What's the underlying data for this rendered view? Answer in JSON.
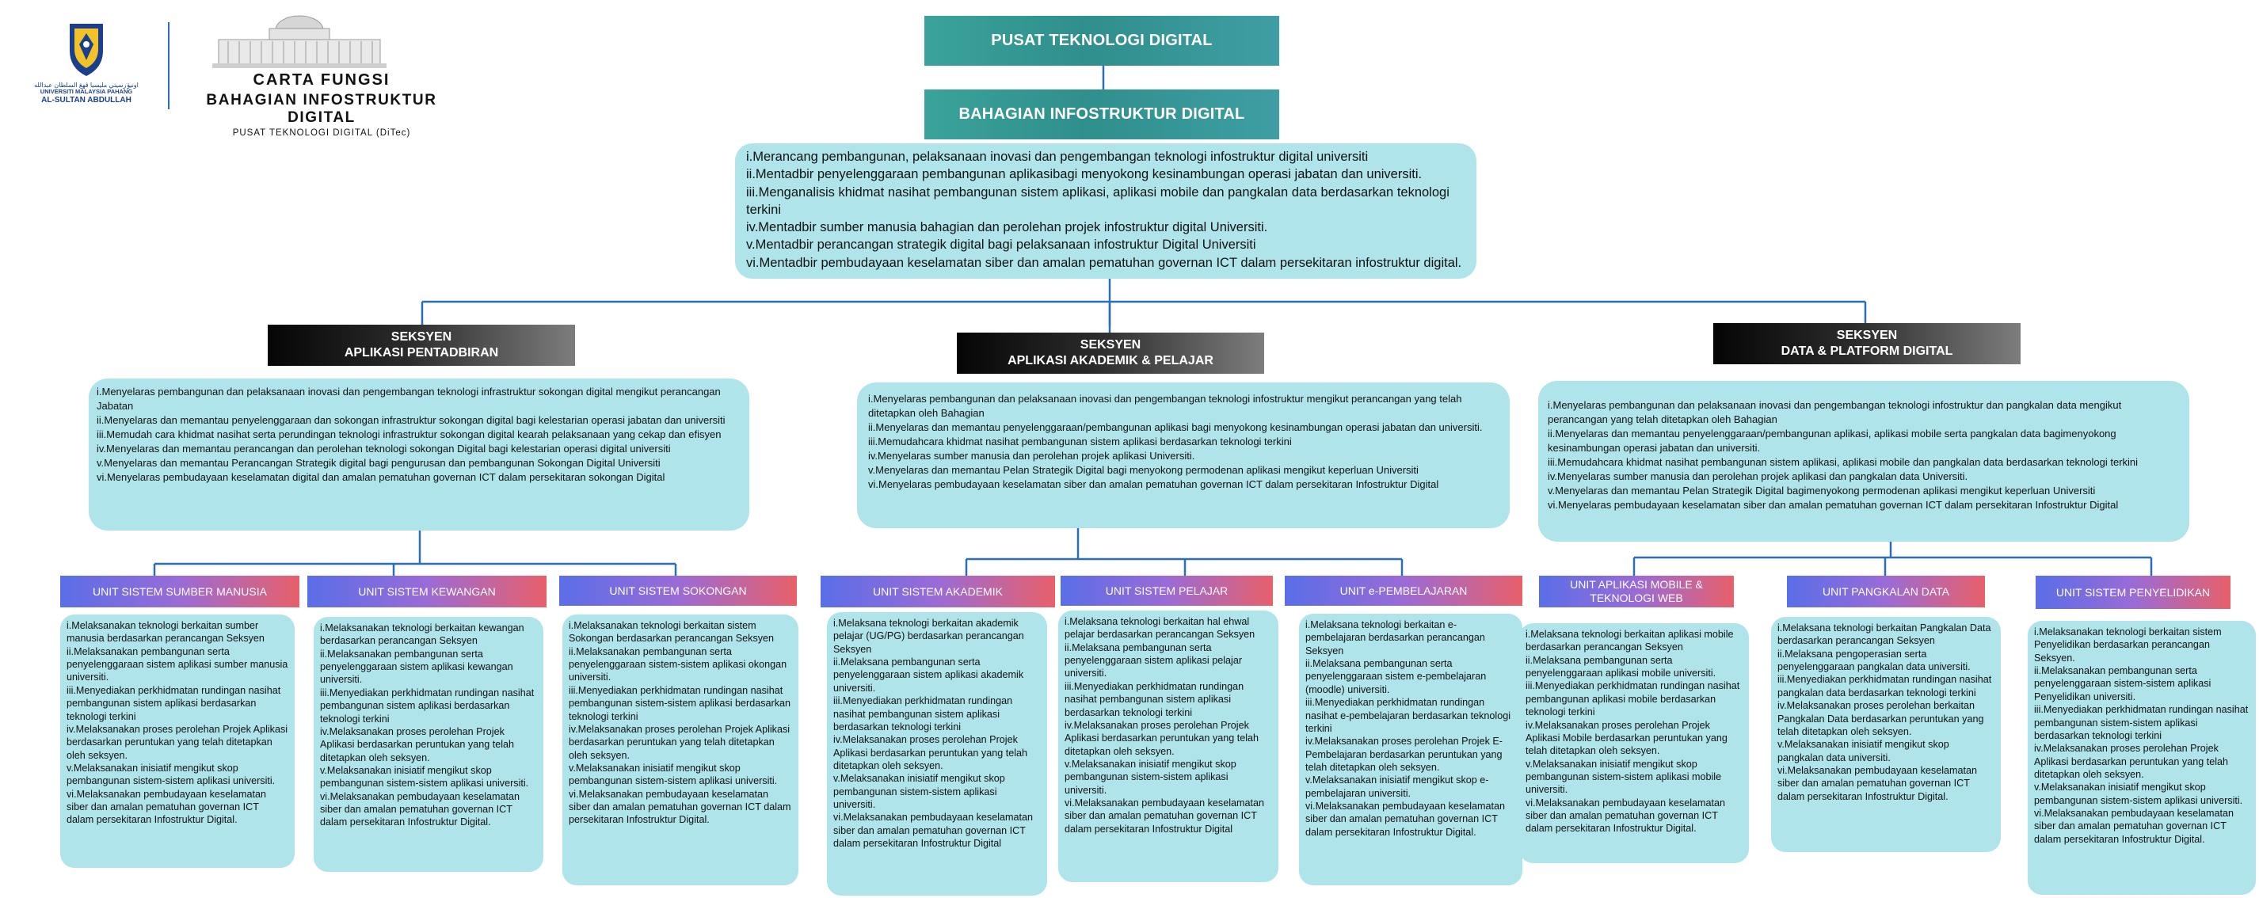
{
  "header": {
    "uni_arabic": "اونيۏرسيتي مليسيا ڤهڠ السلطان عبدالله",
    "uni_name_line1": "UNIVERSITI MALAYSIA PAHANG",
    "uni_name_line2": "AL-SULTAN ABDULLAH",
    "title_line1": "CARTA FUNGSI",
    "title_line2": "BAHAGIAN INFOSTRUKTUR DIGITAL",
    "title_line3": "PUSAT TEKNOLOGI DIGITAL (DiTec)"
  },
  "top": {
    "center": "PUSAT TEKNOLOGI DIGITAL",
    "division": "BAHAGIAN INFOSTRUKTUR DIGITAL",
    "functions": [
      "i.Merancang pembangunan, pelaksanaan inovasi dan pengembangan teknologi infostruktur digital universiti",
      "ii.Mentadbir penyelenggaraan pembangunan aplikasibagi menyokong kesinambungan operasi jabatan dan universiti.",
      "iii.Menganalisis khidmat nasihat pembangunan sistem aplikasi, aplikasi mobile dan pangkalan data berdasarkan teknologi terkini",
      "iv.Mentadbir sumber manusia bahagian dan perolehan projek infostruktur digital Universiti.",
      "v.Mentadbir perancangan strategik digital bagi pelaksanaan infostruktur Digital Universiti",
      "vi.Mentadbir pembudayaan keselamatan siber dan amalan pematuhan governan ICT dalam persekitaran infostruktur digital."
    ]
  },
  "sections": [
    {
      "label1": "SEKSYEN",
      "label2": "APLIKASI PENTADBIRAN",
      "functions": [
        "i.Menyelaras pembangunan dan pelaksanaan inovasi dan pengembangan teknologi infrastruktur sokongan digital mengikut perancangan Jabatan",
        "ii.Menyelaras dan memantau penyelenggaraan dan sokongan infrastruktur sokongan digital bagi kelestarian operasi jabatan dan universiti",
        "iii.Memudah cara khidmat nasihat serta perundingan teknologi infrastruktur sokongan digital kearah pelaksanaan yang cekap dan efisyen",
        "iv.Menyelaras dan memantau perancangan dan perolehan teknologi sokongan Digital bagi kelestarian operasi digital universiti",
        "v.Menyelaras dan memantau Perancangan Strategik digital bagi pengurusan dan pembangunan Sokongan Digital Universiti",
        "vi.Menyelaras pembudayaan keselamatan digital dan amalan pematuhan governan ICT dalam persekitaran sokongan Digital"
      ],
      "units": [
        {
          "name": "UNIT SISTEM SUMBER MANUSIA",
          "functions": [
            "i.Melaksanakan teknologi berkaitan sumber manusia berdasarkan perancangan Seksyen",
            "ii.Melaksanakan pembangunan serta penyelenggaraan sistem aplikasi sumber manusia universiti.",
            "iii.Menyediakan perkhidmatan rundingan nasihat pembangunan sistem aplikasi berdasarkan teknologi terkini",
            "iv.Melaksanakan proses perolehan Projek Aplikasi berdasarkan peruntukan yang telah ditetapkan oleh seksyen.",
            "v.Melaksanakan inisiatif mengikut skop pembangunan sistem-sistem aplikasi universiti.",
            "vi.Melaksanakan pembudayaan keselamatan siber dan amalan pematuhan governan ICT dalam persekitaran Infostruktur Digital."
          ]
        },
        {
          "name": "UNIT SISTEM KEWANGAN",
          "functions": [
            "i.Melaksanakan teknologi berkaitan kewangan berdasarkan perancangan Seksyen",
            "ii.Melaksanakan pembangunan serta penyelenggaraan sistem aplikasi kewangan universiti.",
            "iii.Menyediakan perkhidmatan rundingan nasihat pembangunan sistem aplikasi berdasarkan teknologi terkini",
            "iv.Melaksanakan proses perolehan Projek Aplikasi berdasarkan peruntukan yang telah ditetapkan oleh seksyen.",
            "v.Melaksanakan inisiatif mengikut skop pembangunan sistem-sistem aplikasi universiti.",
            "vi.Melaksanakan pembudayaan keselamatan siber dan amalan pematuhan governan ICT dalam persekitaran Infostruktur Digital."
          ]
        },
        {
          "name": "UNIT SISTEM SOKONGAN",
          "functions": [
            "i.Melaksanakan teknologi berkaitan sistem Sokongan berdasarkan perancangan Seksyen",
            "ii.Melaksanakan pembangunan serta penyelenggaraan sistem-sistem aplikasi okongan universiti.",
            "iii.Menyediakan perkhidmatan rundingan nasihat pembangunan sistem-sistem aplikasi berdasarkan teknologi terkini",
            "iv.Melaksanakan proses perolehan Projek Aplikasi berdasarkan peruntukan yang telah ditetapkan oleh seksyen.",
            "v.Melaksanakan inisiatif mengikut skop pembangunan sistem-sistem aplikasi universiti.",
            "vi.Melaksanakan pembudayaan keselamatan siber dan amalan pematuhan governan ICT dalam persekitaran Infostruktur Digital."
          ]
        }
      ]
    },
    {
      "label1": "SEKSYEN",
      "label2": "APLIKASI AKADEMIK & PELAJAR",
      "functions": [
        "i.Menyelaras pembangunan dan pelaksanaan inovasi dan pengembangan teknologi infostruktur mengikut perancangan yang telah ditetapkan oleh Bahagian",
        "ii.Menyelaras dan memantau penyelenggaraan/pembangunan aplikasi bagi menyokong kesinambungan operasi jabatan dan universiti.",
        "iii.Memudahcara khidmat nasihat pembangunan sistem aplikasi berdasarkan teknologi terkini",
        "iv.Menyelaras sumber manusia dan perolehan projek aplikasi Universiti.",
        "v.Menyelaras dan memantau Pelan Strategik Digital bagi menyokong permodenan aplikasi mengikut keperluan Universiti",
        "vi.Menyelaras pembudayaan keselamatan siber dan amalan pematuhan governan ICT dalam persekitaran Infostruktur Digital"
      ],
      "units": [
        {
          "name": "UNIT SISTEM AKADEMIK",
          "functions": [
            "i.Melaksana teknologi berkaitan akademik pelajar (UG/PG) berdasarkan perancangan Seksyen",
            "ii.Melaksana pembangunan serta penyelenggaraan sistem aplikasi akademik universiti.",
            "iii.Menyediakan perkhidmatan rundingan nasihat pembangunan sistem aplikasi berdasarkan teknologi terkini",
            "iv.Melaksanakan proses perolehan Projek Aplikasi berdasarkan peruntukan yang telah ditetapkan oleh seksyen.",
            "v.Melaksanakan inisiatif mengikut skop pembangunan sistem-sistem aplikasi universiti.",
            "vi.Melaksanakan pembudayaan keselamatan siber dan amalan pematuhan governan ICT dalam persekitaran Infostruktur Digital"
          ]
        },
        {
          "name": "UNIT SISTEM PELAJAR",
          "functions": [
            "i.Melaksana teknologi berkaitan hal ehwal pelajar berdasarkan perancangan Seksyen",
            "ii.Melaksana pembangunan serta penyelenggaraan sistem aplikasi pelajar universiti.",
            "iii.Menyediakan perkhidmatan rundingan nasihat pembangunan sistem aplikasi berdasarkan teknologi terkini",
            "iv.Melaksanakan proses perolehan Projek Aplikasi berdasarkan peruntukan yang telah ditetapkan oleh seksyen.",
            "v.Melaksanakan inisiatif mengikut skop pembangunan sistem-sistem aplikasi universiti.",
            "vi.Melaksanakan pembudayaan keselamatan siber dan amalan pematuhan governan ICT dalam persekitaran Infostruktur Digital"
          ]
        },
        {
          "name": "UNIT e-PEMBELAJARAN",
          "functions": [
            "i.Melaksana teknologi berkaitan e-pembelajaran berdasarkan perancangan Seksyen",
            "ii.Melaksana pembangunan serta penyelenggaraan sistem e-pembelajaran (moodle) universiti.",
            "iii.Menyediakan perkhidmatan rundingan nasihat e-pembelajaran berdasarkan teknologi terkini",
            "iv.Melaksanakan proses perolehan Projek E-Pembelajaran berdasarkan peruntukan yang telah ditetapkan oleh seksyen.",
            "v.Melaksanakan inisiatif mengikut skop e-pembelajaran universiti.",
            "vi.Melaksanakan pembudayaan keselamatan siber dan amalan pematuhan governan ICT dalam persekitaran Infostruktur Digital."
          ]
        }
      ]
    },
    {
      "label1": "SEKSYEN",
      "label2": "DATA & PLATFORM DIGITAL",
      "functions": [
        "i.Menyelaras pembangunan dan pelaksanaan inovasi dan pengembangan teknologi infostruktur dan pangkalan data mengikut perancangan yang telah ditetapkan oleh Bahagian",
        "ii.Menyelaras dan memantau penyelenggaraan/pembangunan aplikasi, aplikasi mobile serta pangkalan data bagimenyokong kesinambungan operasi jabatan dan universiti.",
        "iii.Memudahcara khidmat nasihat pembangunan sistem aplikasi, aplikasi mobile dan pangkalan data berdasarkan teknologi terkini",
        "iv.Menyelaras sumber manusia dan perolehan projek aplikasi dan pangkalan data Universiti.",
        "v.Menyelaras dan memantau Pelan Strategik Digital bagimenyokong permodenan aplikasi mengikut keperluan Universiti",
        "vi.Menyelaras pembudayaan keselamatan siber dan amalan pematuhan governan ICT dalam persekitaran Infostruktur Digital"
      ],
      "units": [
        {
          "name": "UNIT APLIKASI MOBILE & TEKNOLOGI WEB",
          "functions": [
            "i.Melaksana teknologi berkaitan aplikasi mobile berdasarkan perancangan Seksyen",
            "ii.Melaksana pembangunan serta penyelenggaraan aplikasi mobile universiti.",
            "iii.Menyediakan perkhidmatan rundingan nasihat pembangunan aplikasi mobile berdasarkan teknologi terkini",
            "iv.Melaksanakan proses perolehan Projek Aplikasi Mobile berdasarkan peruntukan yang telah ditetapkan oleh seksyen.",
            "v.Melaksanakan inisiatif mengikut skop pembangunan sistem-sistem aplikasi mobile universiti.",
            "vi.Melaksanakan pembudayaan keselamatan siber dan amalan pematuhan governan ICT dalam persekitaran Infostruktur Digital."
          ]
        },
        {
          "name": "UNIT PANGKALAN DATA",
          "functions": [
            "i.Melaksana teknologi berkaitan Pangkalan Data berdasarkan perancangan Seksyen",
            "ii.Melaksana pengoperasian serta penyelenggaraan pangkalan data universiti.",
            "iii.Menyediakan perkhidmatan rundingan nasihat pangkalan data berdasarkan teknologi terkini",
            "iv.Melaksanakan proses perolehan berkaitan Pangkalan Data berdasarkan peruntukan yang telah ditetapkan oleh seksyen.",
            "v.Melaksanakan inisiatif mengikut skop pangkalan data universiti.",
            "vi.Melaksanakan pembudayaan keselamatan siber dan amalan pematuhan governan ICT dalam persekitaran Infostruktur Digital."
          ]
        },
        {
          "name": "UNIT SISTEM PENYELIDIKAN",
          "functions": [
            "i.Melaksanakan teknologi berkaitan sistem Penyelidikan berdasarkan perancangan Seksyen.",
            "ii.Melaksanakan pembangunan serta penyelenggaraan sistem-sistem aplikasi Penyelidikan universiti.",
            "iii.Menyediakan perkhidmatan rundingan nasihat pembangunan sistem-sistem aplikasi berdasarkan teknologi terkini",
            "iv.Melaksanakan proses perolehan Projek Aplikasi berdasarkan peruntukan yang telah ditetapkan oleh seksyen.",
            "v.Melaksanakan inisiatif mengikut skop pembangunan sistem-sistem aplikasi universiti.",
            "vi.Melaksanakan pembudayaan keselamatan siber dan amalan pematuhan governan ICT dalam persekitaran Infostruktur Digital."
          ]
        }
      ]
    }
  ]
}
